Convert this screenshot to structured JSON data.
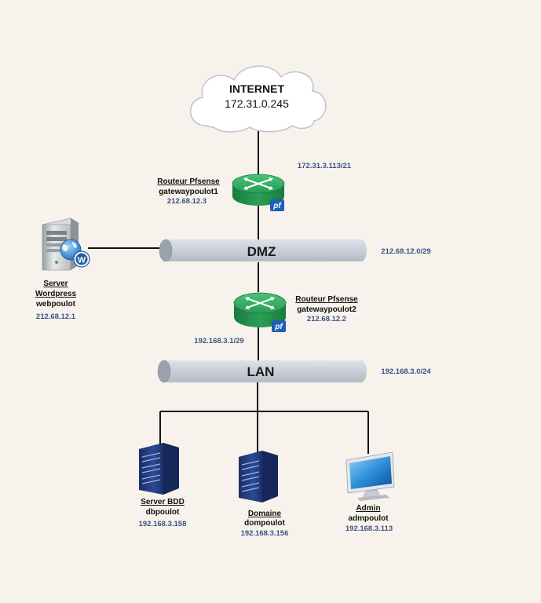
{
  "internet": {
    "title": "INTERNET",
    "ip": "172.31.0.245"
  },
  "router1": {
    "title": "Routeur Pfsense",
    "hostname": "gatewaypoulot1",
    "lan_ip": "212.68.12.3",
    "wan_ip": "172.31.3.113/21",
    "badge": "pf"
  },
  "dmz": {
    "name": "DMZ",
    "network": "212.68.12.0/29"
  },
  "wordpress": {
    "title_line1": "Server",
    "title_line2": "Wordpress",
    "hostname": "webpoulot",
    "ip": "212.68.12.1"
  },
  "router2": {
    "title": "Routeur Pfsense",
    "hostname": "gatewaypoulot2",
    "dmz_ip": "212.68.12.2",
    "lan_ip": "192.168.3.1/29",
    "badge": "pf"
  },
  "lan": {
    "name": "LAN",
    "network": "192.168.3.0/24"
  },
  "server_bdd": {
    "title": "Server BDD",
    "hostname": "dbpoulot",
    "ip": "192.168.3.158"
  },
  "domaine": {
    "title": "Domaine",
    "hostname": "dompoulot",
    "ip": "192.168.3.156"
  },
  "admin": {
    "title": "Admin",
    "hostname": "admpoulot",
    "ip": "192.168.3.113"
  },
  "colors": {
    "background": "#f7f3ec",
    "segment": "#cbd1da",
    "router": "#2fa05a",
    "server": "#213a78",
    "ip_text": "#3d4f86"
  }
}
